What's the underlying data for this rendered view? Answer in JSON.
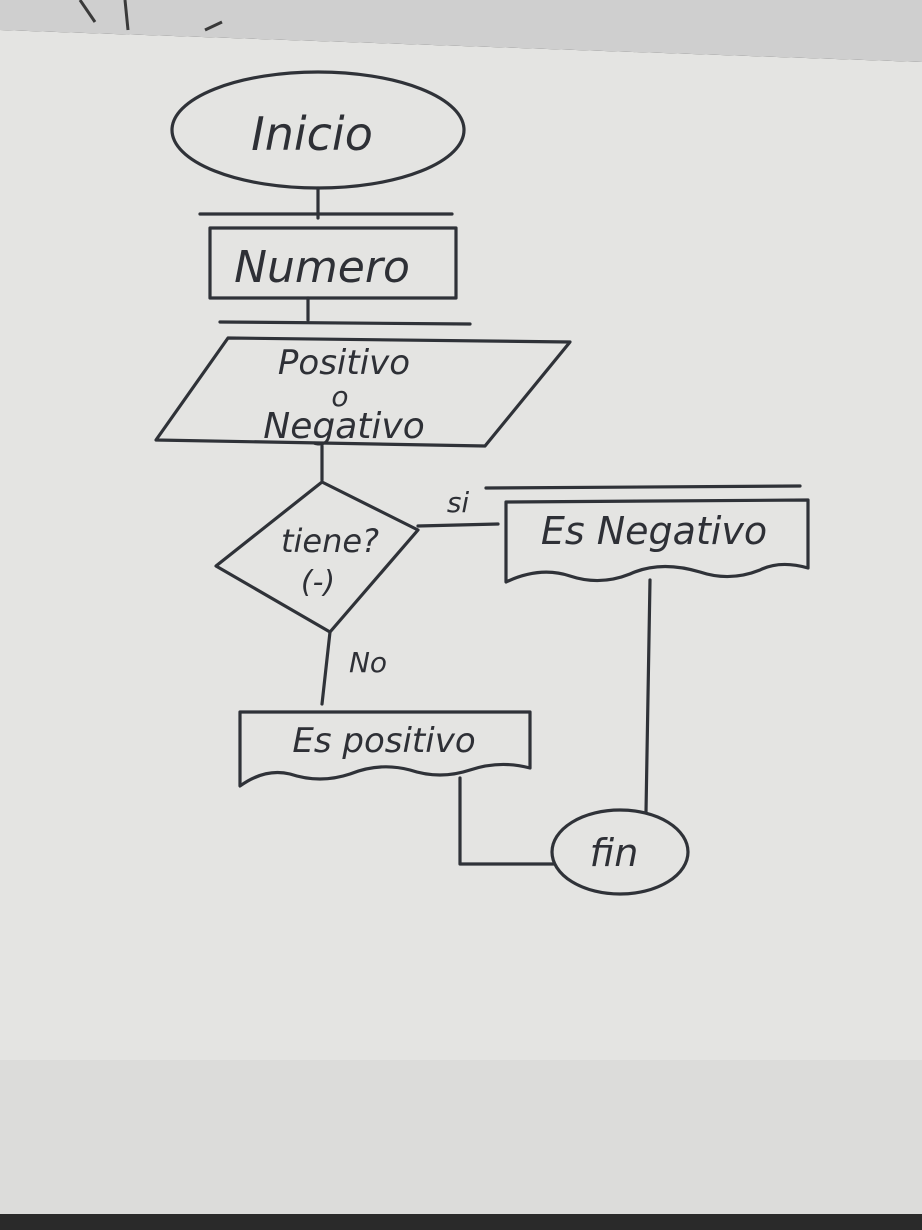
{
  "diagram": {
    "colors": {
      "ink": "#2f3238",
      "paper": "#e6e6e4",
      "paper_shadow": "#cfcfcf",
      "background_dark": "#1b1b1b"
    },
    "nodes": {
      "start": {
        "label": "Inicio",
        "shape": "ellipse"
      },
      "input": {
        "label": "Numero",
        "shape": "rectangle"
      },
      "process": {
        "line1": "Positivo",
        "line2": "o",
        "line3": "Negativo",
        "shape": "parallelogram"
      },
      "decision": {
        "line1": "tiene?",
        "line2": "(-)",
        "shape": "diamond"
      },
      "output_negative": {
        "label": "Es Negativo",
        "shape": "document"
      },
      "output_positive": {
        "label": "Es positivo",
        "shape": "document"
      },
      "end": {
        "label": "fin",
        "shape": "ellipse"
      }
    },
    "edges": {
      "yes_label": "si",
      "no_label": "No"
    }
  }
}
